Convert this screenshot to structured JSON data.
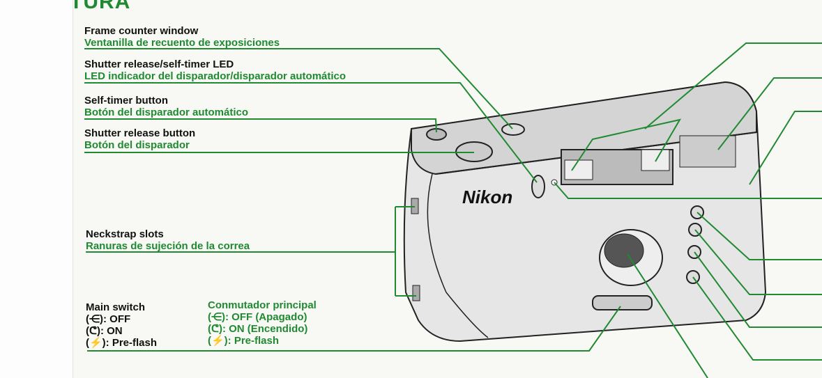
{
  "heading_fragment": "TURA",
  "labels": [
    {
      "en": "Frame counter window",
      "es": "Ventanilla de recuento de exposiciones"
    },
    {
      "en": "Shutter release/self-timer LED",
      "es": "LED indicador del disparador/disparador automático"
    },
    {
      "en": "Self-timer button",
      "es": "Botón del disparador automático"
    },
    {
      "en": "Shutter release button",
      "es": "Botón del disparador"
    },
    {
      "en": "Neckstrap slots",
      "es": "Ranuras de sujeción de la correa"
    }
  ],
  "main_switch": {
    "en": {
      "title": "Main switch",
      "off": "(⋲): OFF",
      "on": "(ᕦ): ON",
      "preflash": "(⚡): Pre-flash"
    },
    "es": {
      "title": "Conmutador principal",
      "off": "(⋲): OFF (Apagado)",
      "on": "(ᕦ): ON (Encendido)",
      "preflash": "(⚡): Pre-flash"
    }
  },
  "camera_brand": "Nikon",
  "colors": {
    "accent": "#1f8a32",
    "text": "#111111"
  }
}
